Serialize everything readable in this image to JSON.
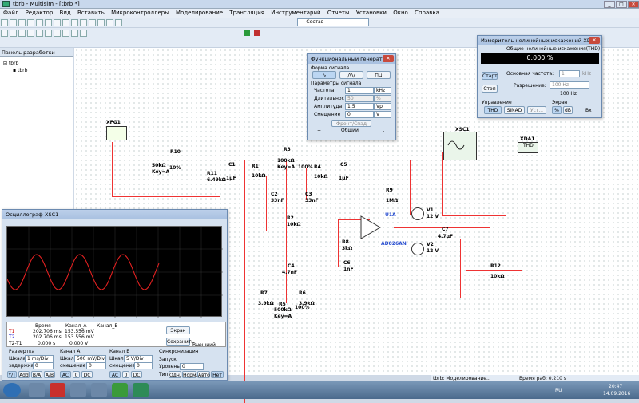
{
  "window": {
    "title": "tbrb - Multisim - [tbrb *]"
  },
  "menu": [
    "Файл",
    "Редактор",
    "Вид",
    "Вставить",
    "Микроконтроллеры",
    "Моделирование",
    "Трансляция",
    "Инструментарий",
    "Отчеты",
    "Установки",
    "Окно",
    "Справка"
  ],
  "toolbar": {
    "combo": "--- Состав ---"
  },
  "panel": {
    "title": "Панель разработки",
    "root": "tbrb",
    "child": "tbrb"
  },
  "schematic": {
    "xfg": "XFG1",
    "xsc": "XSC1",
    "xda": "XDA1",
    "xda_sub": "THD",
    "r10": "R10",
    "r10v": "50kΩ",
    "r10k": "Key=A",
    "r10p": "10%",
    "r11": "R11",
    "r11v": "6.49kΩ",
    "c1": "C1",
    "c1v": "1µF",
    "r1": "R1",
    "r1v": "10kΩ",
    "r3": "R3",
    "r3v": "100kΩ",
    "r3k": "Key=A",
    "r3p": "100%",
    "r4": "R4",
    "r4v": "10kΩ",
    "c5": "C5",
    "c5v": "1µF",
    "c2": "C2",
    "c2v": "33nF",
    "c3": "C3",
    "c3v": "33nF",
    "r2": "R2",
    "r2v": "10kΩ",
    "r9": "R9",
    "r9v": "1MΩ",
    "u1": "U1A",
    "u1t": "AD826AN",
    "v1": "V1",
    "v1v": "12 V",
    "v2": "V2",
    "v2v": "12 V",
    "r8": "R8",
    "r8v": "3kΩ",
    "c6": "C6",
    "c6v": "1nF",
    "c7": "C7",
    "c7v": "4.7µF",
    "r12": "R12",
    "r12v": "10kΩ",
    "c4": "C4",
    "c4v": "4.7nF",
    "r7": "R7",
    "r7v": "3.9kΩ",
    "r5": "R5",
    "r5v": "500kΩ",
    "r5k": "Key=A",
    "r5p": "100%",
    "r6": "R6",
    "r6v": "3.9kΩ"
  },
  "funcgen": {
    "title": "Функциональный генератор-...",
    "waveform_label": "Форма сигнала",
    "params_label": "Параметры сигнала",
    "rows": [
      {
        "name": "Частота",
        "value": "1",
        "unit": "kHz"
      },
      {
        "name": "Длительность",
        "value": "50",
        "unit": "%"
      },
      {
        "name": "Амплитуда",
        "value": "1.5",
        "unit": "Vp"
      },
      {
        "name": "Смещение",
        "value": "0",
        "unit": "V"
      }
    ],
    "edge_btn": "Фронт/Спад",
    "plus": "+",
    "common": "Общий",
    "minus": "-"
  },
  "thd": {
    "title": "Измеритель нелинейных искажений-XDA1",
    "caption": "Общие нелинейные искажения(THD)",
    "value": "0.000 %",
    "start": "Старт",
    "stop": "Стоп",
    "freq_label": "Основная частота:",
    "freq_value": "1",
    "freq_unit": "kHz",
    "res_label": "Разрешение:",
    "res_value": "100 Hz",
    "res_sub": "100 Hz",
    "control_label": "Управление",
    "display_label": "Экран",
    "thd_btn": "THD",
    "sinad_btn": "SINAD",
    "set_btn": "Уст...",
    "pct_btn": "%",
    "db_btn": "dB",
    "in_label": "Вх"
  },
  "osc": {
    "title": "Осциллограф-XSC1",
    "head": [
      "Время",
      "Канал_А",
      "Канал_В"
    ],
    "t1": {
      "label": "T1",
      "time": "202.706 ms",
      "a": "153.556 mV",
      "b": ""
    },
    "t2": {
      "label": "T2",
      "time": "202.706 ms",
      "a": "153.556 mV",
      "b": ""
    },
    "t21": {
      "label": "T2-T1",
      "time": "0.000 s",
      "a": "0.000 V",
      "b": ""
    },
    "btn_screen": "Экран",
    "btn_save": "Сохранить",
    "ext": "Внешний",
    "sweep": "Развертка",
    "scale_lbl": "Шкала",
    "sweep_scale": "1 ms/Div",
    "delay_lbl": "задержка X",
    "delay": "0",
    "chA": "Канал А",
    "chA_scale": "500 mV/Div",
    "offset_lbl": "смещение Y",
    "chA_off": "0",
    "chB": "Канал B",
    "chB_scale": "5 V/Div",
    "chB_off": "0",
    "sync": "Синхронизация",
    "trigger": "Запуск",
    "level": "Уровень",
    "level_val": "0",
    "type": "Тип",
    "yt": "Y/T",
    "add": "Add",
    "ba": "B/A",
    "ab": "A/B",
    "ac": "AC",
    "zero": "0",
    "dc": "DC",
    "sgl": "Одн.",
    "norm": "Норм.",
    "auto": "Авто",
    "none": "Нет"
  },
  "status": {
    "left": "tbrb: Моделирование...",
    "right": "Время раб: 0.210 s"
  },
  "taskbar": {
    "lang": "RU",
    "time": "20:47",
    "date": "14.09.2016"
  }
}
